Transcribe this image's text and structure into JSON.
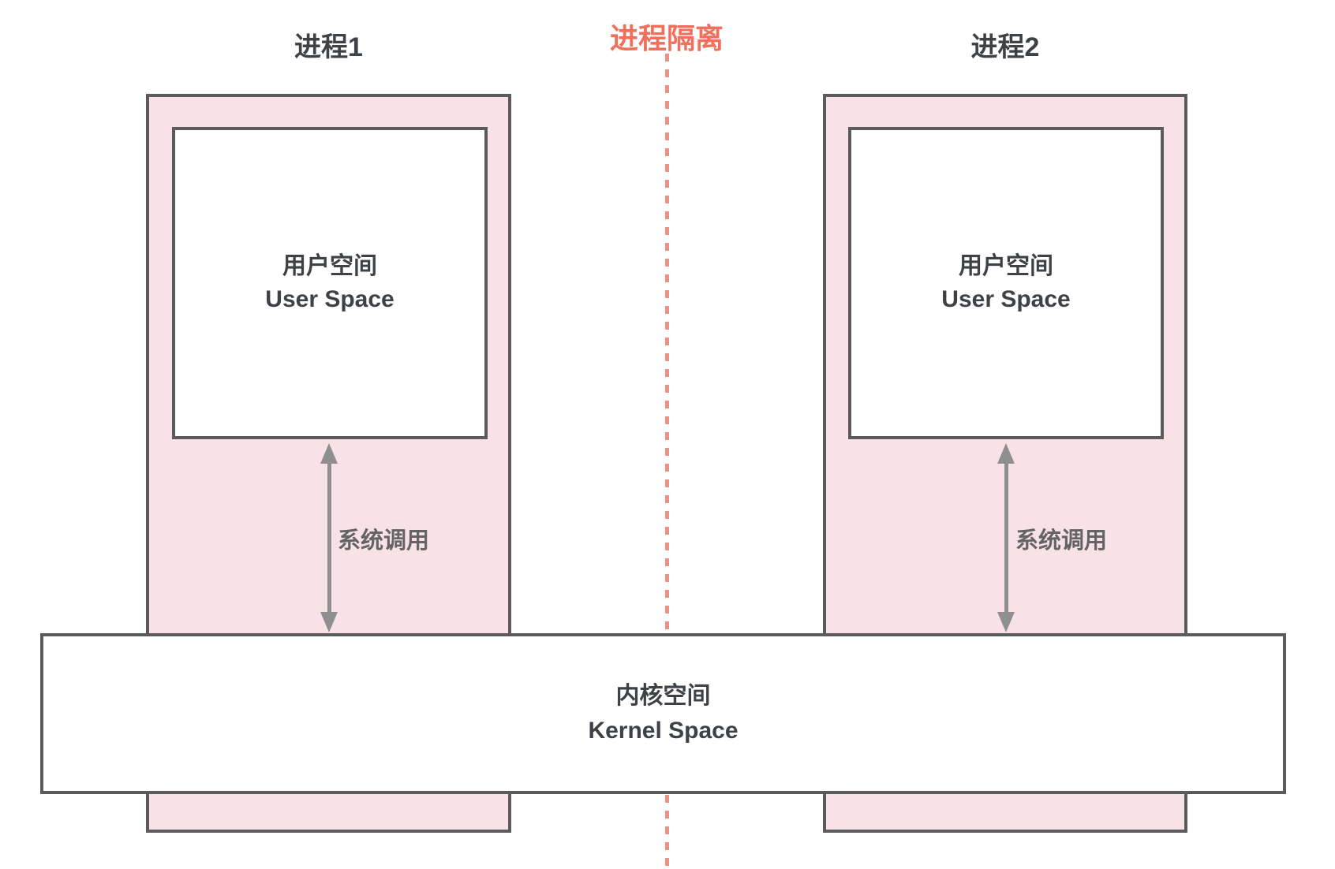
{
  "diagram_title": "进程隔离",
  "colors": {
    "process_fill": "#f8e2e8",
    "box_border": "#5b5b5b",
    "text_dark": "#3e4145",
    "isolation_coral": "#f0705c",
    "isolation_dash": "#ef9181",
    "arrow_gray": "#8f8f8f",
    "syscall_text": "#646464"
  },
  "process1": {
    "title": "进程1",
    "user_space": {
      "line1": "用户空间",
      "line2": "User Space"
    },
    "syscall_label": "系统调用"
  },
  "process2": {
    "title": "进程2",
    "user_space": {
      "line1": "用户空间",
      "line2": "User Space"
    },
    "syscall_label": "系统调用"
  },
  "isolation": {
    "label": "进程隔离"
  },
  "kernel": {
    "line1": "内核空间",
    "line2": "Kernel Space"
  }
}
